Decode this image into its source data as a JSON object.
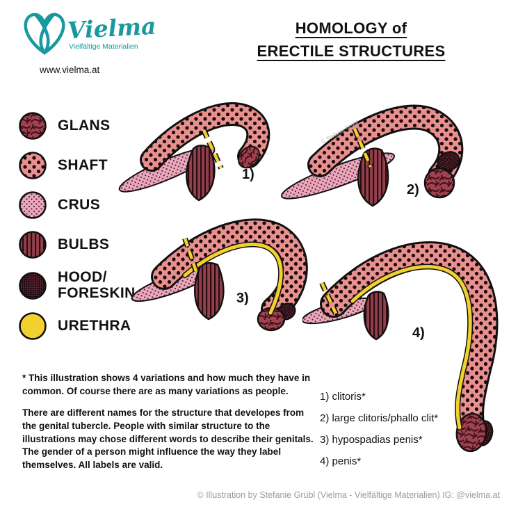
{
  "brand": {
    "name": "Vielma",
    "tagline": "Vielfältige Materialien",
    "website": "www.vielma.at",
    "logo_icon": "heart-loops-icon",
    "accent_color": "#18989f"
  },
  "title": {
    "line1": "HOMOLOGY of",
    "line2": "ERECTILE STRUCTURES"
  },
  "legend": {
    "items": [
      {
        "label": "GLANS",
        "pattern": "swirl",
        "color": "#a04350"
      },
      {
        "label": "SHAFT",
        "pattern": "polka-dots",
        "color": "#e8908e"
      },
      {
        "label": "CRUS",
        "pattern": "fine-dots",
        "color": "#eaa8bd"
      },
      {
        "label": "BULBS",
        "pattern": "vertical-stripes",
        "color": "#93404b"
      },
      {
        "label": "HOOD/",
        "label2": "FORESKIN",
        "pattern": "crosshatch",
        "color": "#6b2b38"
      },
      {
        "label": "URETHRA",
        "pattern": "solid",
        "color": "#f2d12e"
      }
    ]
  },
  "figures": [
    {
      "number": "1)",
      "name": "clitoris"
    },
    {
      "number": "2)",
      "name": "large clitoris/phallo clit"
    },
    {
      "number": "3)",
      "name": "hypospadias penis"
    },
    {
      "number": "4)",
      "name": "penis"
    }
  ],
  "watermark": "© Stefanie Grübl",
  "notes": {
    "para1": "* This illustration shows 4 variations and how much they have in common. Of course there are as many variations as people.",
    "para2": "There are different names for the structure that developes from the genital tubercle. People with similar structure to the illustrations may chose different words to describe their genitals. The gender of a person might influence the way they label themselves. All labels are valid."
  },
  "variants": [
    "1) clitoris*",
    "2) large clitoris/phallo clit*",
    "3) hypospadias penis*",
    "4) penis*"
  ],
  "copyright": "© Illustration by Stefanie Grübl (Vielma - Vielfältige Materialien) IG: @vielma.at"
}
